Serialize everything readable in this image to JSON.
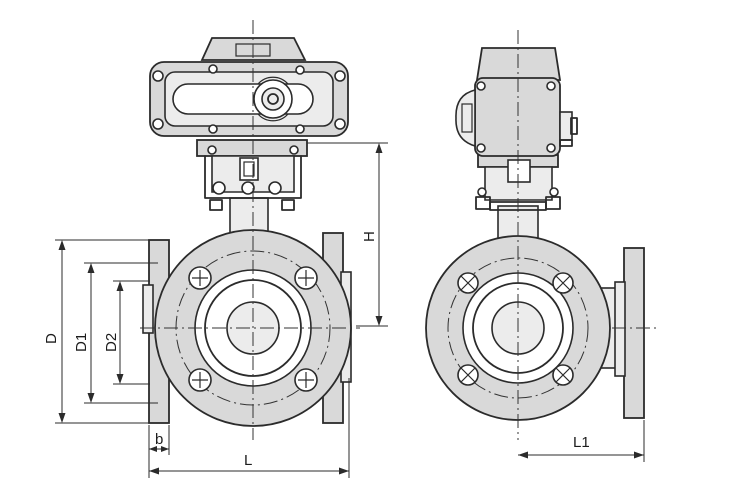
{
  "dimensions": {
    "D": "D",
    "D1": "D1",
    "D2": "D2",
    "b": "b",
    "L": "L",
    "H": "H",
    "L1": "L1"
  }
}
